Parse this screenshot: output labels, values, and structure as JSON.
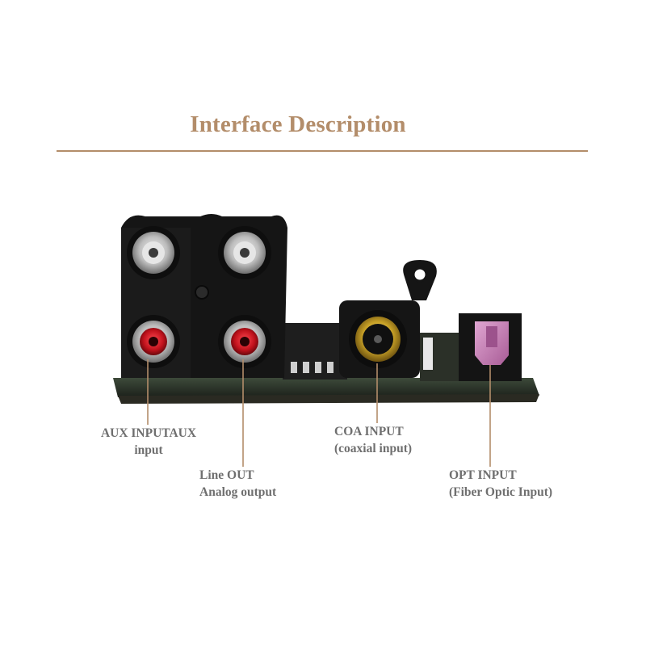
{
  "title": "Interface Description",
  "labels": {
    "aux": {
      "line1": "AUX INPUTAUX",
      "line2": "input"
    },
    "line_out": {
      "line1": "Line OUT",
      "line2": "Analog output"
    },
    "coa": {
      "line1": "COA INPUT",
      "line2": "(coaxial input)"
    },
    "opt": {
      "line1": "OPT INPUT",
      "line2": "(Fiber Optic Input)"
    }
  },
  "colors": {
    "title": "#b38d6a",
    "rule": "#b38d6a",
    "label_text": "#6f6f6f",
    "pointer_line": "#b38d6a",
    "rca_white": "#d9d9d9",
    "rca_red": "#c1121c",
    "coax_gold": "#c9a227",
    "optical_pink": "#c77fb4"
  }
}
